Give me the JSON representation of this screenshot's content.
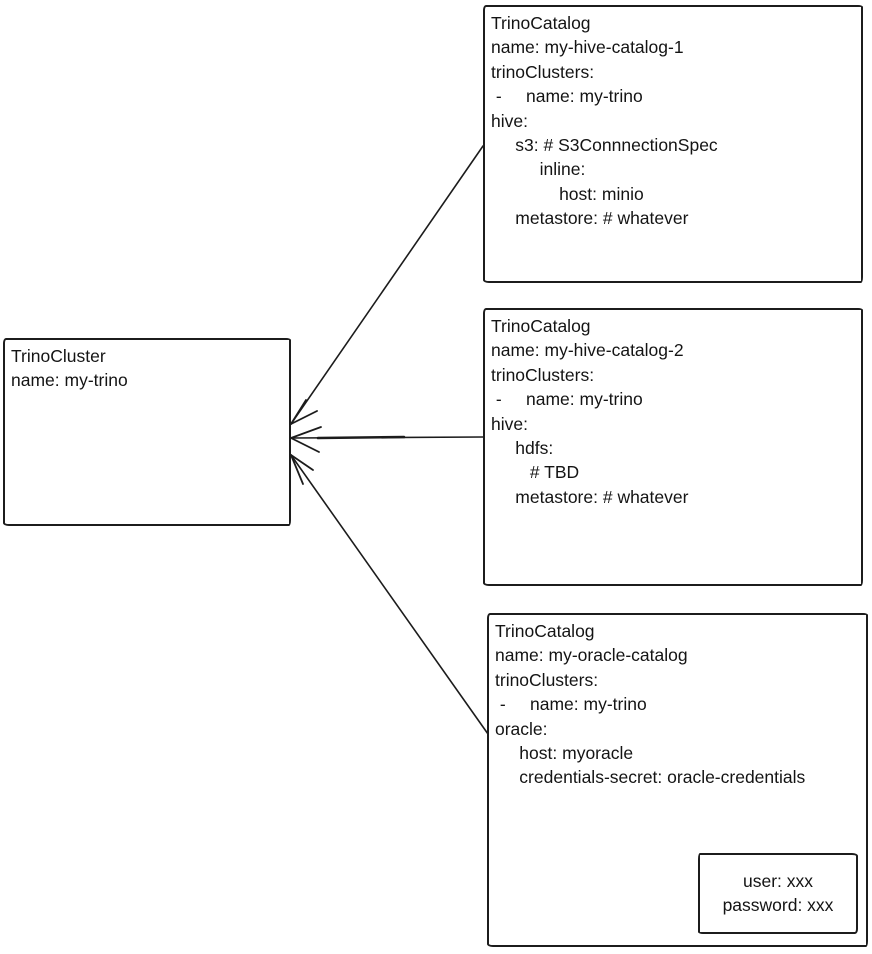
{
  "colors": {
    "ink": "#1c1c1c",
    "background": "#ffffff"
  },
  "cluster": {
    "id": "my-trino",
    "lines": [
      "TrinoCluster",
      "name: my-trino"
    ]
  },
  "catalogs": [
    {
      "id": "my-hive-catalog-1",
      "lines": [
        "TrinoCatalog",
        "name: my-hive-catalog-1",
        "trinoClusters:",
        " -     name: my-trino",
        "hive:",
        "     s3: # S3ConnnectionSpec",
        "          inline:",
        "              host: minio",
        "     metastore: # whatever"
      ]
    },
    {
      "id": "my-hive-catalog-2",
      "lines": [
        "TrinoCatalog",
        "name: my-hive-catalog-2",
        "trinoClusters:",
        " -     name: my-trino",
        "hive:",
        "     hdfs:",
        "        # TBD",
        "     metastore: # whatever"
      ]
    },
    {
      "id": "my-oracle-catalog",
      "lines": [
        "TrinoCatalog",
        "name: my-oracle-catalog",
        "trinoClusters:",
        " -     name: my-trino",
        "oracle:",
        "     host: myoracle",
        "     credentials-secret: oracle-credentials"
      ]
    }
  ],
  "secret": {
    "id": "oracle-credentials",
    "lines": [
      "user: xxx",
      "password: xxx"
    ]
  },
  "edges": [
    {
      "from": "my-hive-catalog-1",
      "to": "my-trino"
    },
    {
      "from": "my-hive-catalog-2",
      "to": "my-trino"
    },
    {
      "from": "my-oracle-catalog",
      "to": "my-trino"
    },
    {
      "from": "credentials-secret: oracle-credentials",
      "to": "oracle-credentials"
    }
  ]
}
